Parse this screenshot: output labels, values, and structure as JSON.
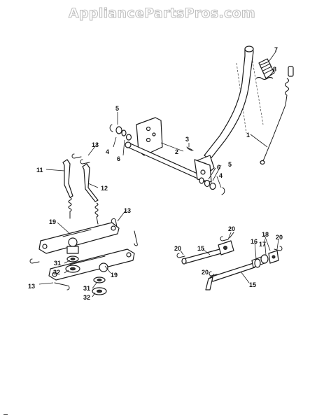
{
  "watermark": {
    "text": "AppliancePartsPros.com"
  },
  "callouts": [
    {
      "id": "c-7",
      "label": "7"
    },
    {
      "id": "c-8",
      "label": "8"
    },
    {
      "id": "c-1",
      "label": "1"
    },
    {
      "id": "c-5a",
      "label": "5"
    },
    {
      "id": "c-4a",
      "label": "4"
    },
    {
      "id": "c-6a",
      "label": "6"
    },
    {
      "id": "c-3",
      "label": "3"
    },
    {
      "id": "c-2",
      "label": "2"
    },
    {
      "id": "c-6b",
      "label": "6"
    },
    {
      "id": "c-5b",
      "label": "5"
    },
    {
      "id": "c-4b",
      "label": "4"
    },
    {
      "id": "c-13a",
      "label": "13"
    },
    {
      "id": "c-11",
      "label": "11"
    },
    {
      "id": "c-12",
      "label": "12"
    },
    {
      "id": "c-13b",
      "label": "13"
    },
    {
      "id": "c-19a",
      "label": "19"
    },
    {
      "id": "c-31a",
      "label": "31"
    },
    {
      "id": "c-32a",
      "label": "32"
    },
    {
      "id": "c-13c",
      "label": "13"
    },
    {
      "id": "c-19b",
      "label": "19"
    },
    {
      "id": "c-31b",
      "label": "31"
    },
    {
      "id": "c-32b",
      "label": "32"
    },
    {
      "id": "c-20a",
      "label": "20"
    },
    {
      "id": "c-20b",
      "label": "20"
    },
    {
      "id": "c-15a",
      "label": "15"
    },
    {
      "id": "c-16",
      "label": "16"
    },
    {
      "id": "c-17",
      "label": "17"
    },
    {
      "id": "c-18",
      "label": "18"
    },
    {
      "id": "c-20c",
      "label": "20"
    },
    {
      "id": "c-20d",
      "label": "20"
    },
    {
      "id": "c-15b",
      "label": "15"
    }
  ]
}
